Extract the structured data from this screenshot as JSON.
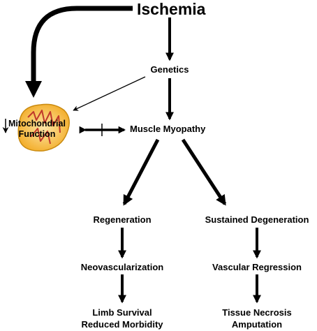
{
  "diagram": {
    "title": "Ischemia",
    "nodes": {
      "genetics": "Genetics",
      "mitochondrial_line1": "Mitochondrial",
      "mitochondrial_line2": "Function",
      "muscle_myopathy": "Muscle Myopathy",
      "regeneration": "Regeneration",
      "sustained_degeneration": "Sustained Degeneration",
      "neovascularization": "Neovascularization",
      "vascular_regression": "Vascular Regression",
      "limb_survival": "Limb Survival",
      "reduced_morbidity": "Reduced Morbidity",
      "tissue_necrosis": "Tissue Necrosis",
      "amputation": "Amputation"
    },
    "colors": {
      "mito_outer": "#f5b73c",
      "mito_inner": "#c0392b",
      "line": "#000000"
    }
  }
}
